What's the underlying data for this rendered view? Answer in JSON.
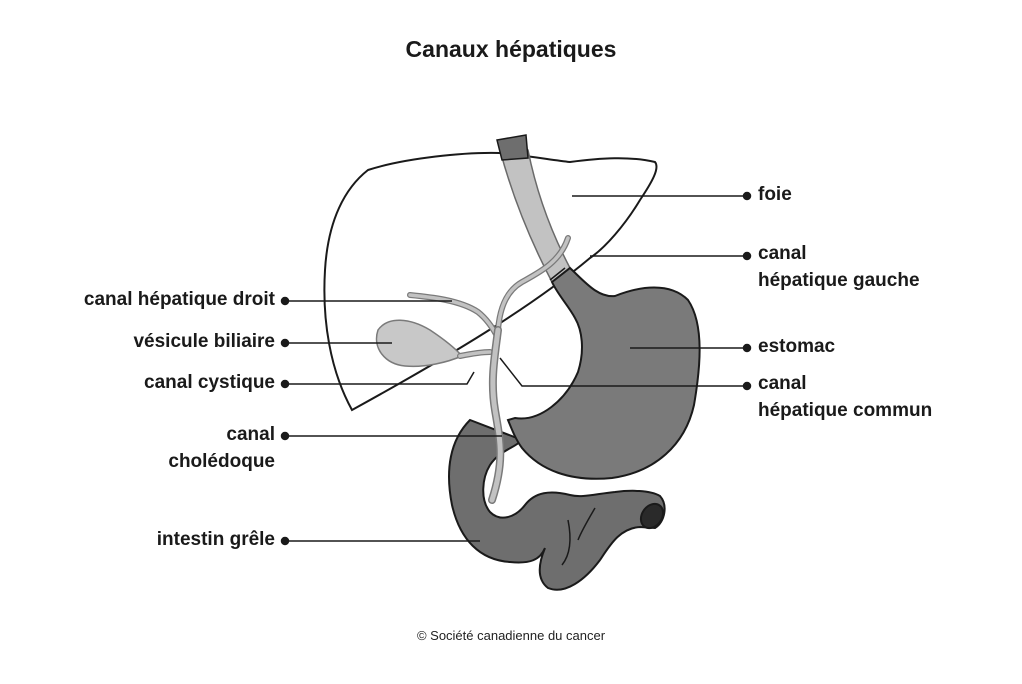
{
  "title": "Canaux hépatiques",
  "labels": {
    "foie": "foie",
    "canal_hepatique_gauche": [
      "canal",
      "hépatique gauche"
    ],
    "estomac": "estomac",
    "canal_hepatique_commun": [
      "canal",
      "hépatique commun"
    ],
    "canal_hepatique_droit": "canal hépatique droit",
    "vesicule_biliaire": "vésicule biliaire",
    "canal_cystique": "canal cystique",
    "canal_choledoque": [
      "canal",
      "cholédoque"
    ],
    "intestin_grele": "intestin grêle"
  },
  "credit": "© Société canadienne du cancer",
  "colors": {
    "outline": "#1a1a1a",
    "liver_fill": "#ffffff",
    "esophagus_top": "#6e6e6e",
    "esophagus_light": "#c2c2c2",
    "stomach": "#7a7a7a",
    "intestine": "#6e6e6e",
    "ducts": "#bdbdbd",
    "gallbladder": "#c8c8c8"
  }
}
